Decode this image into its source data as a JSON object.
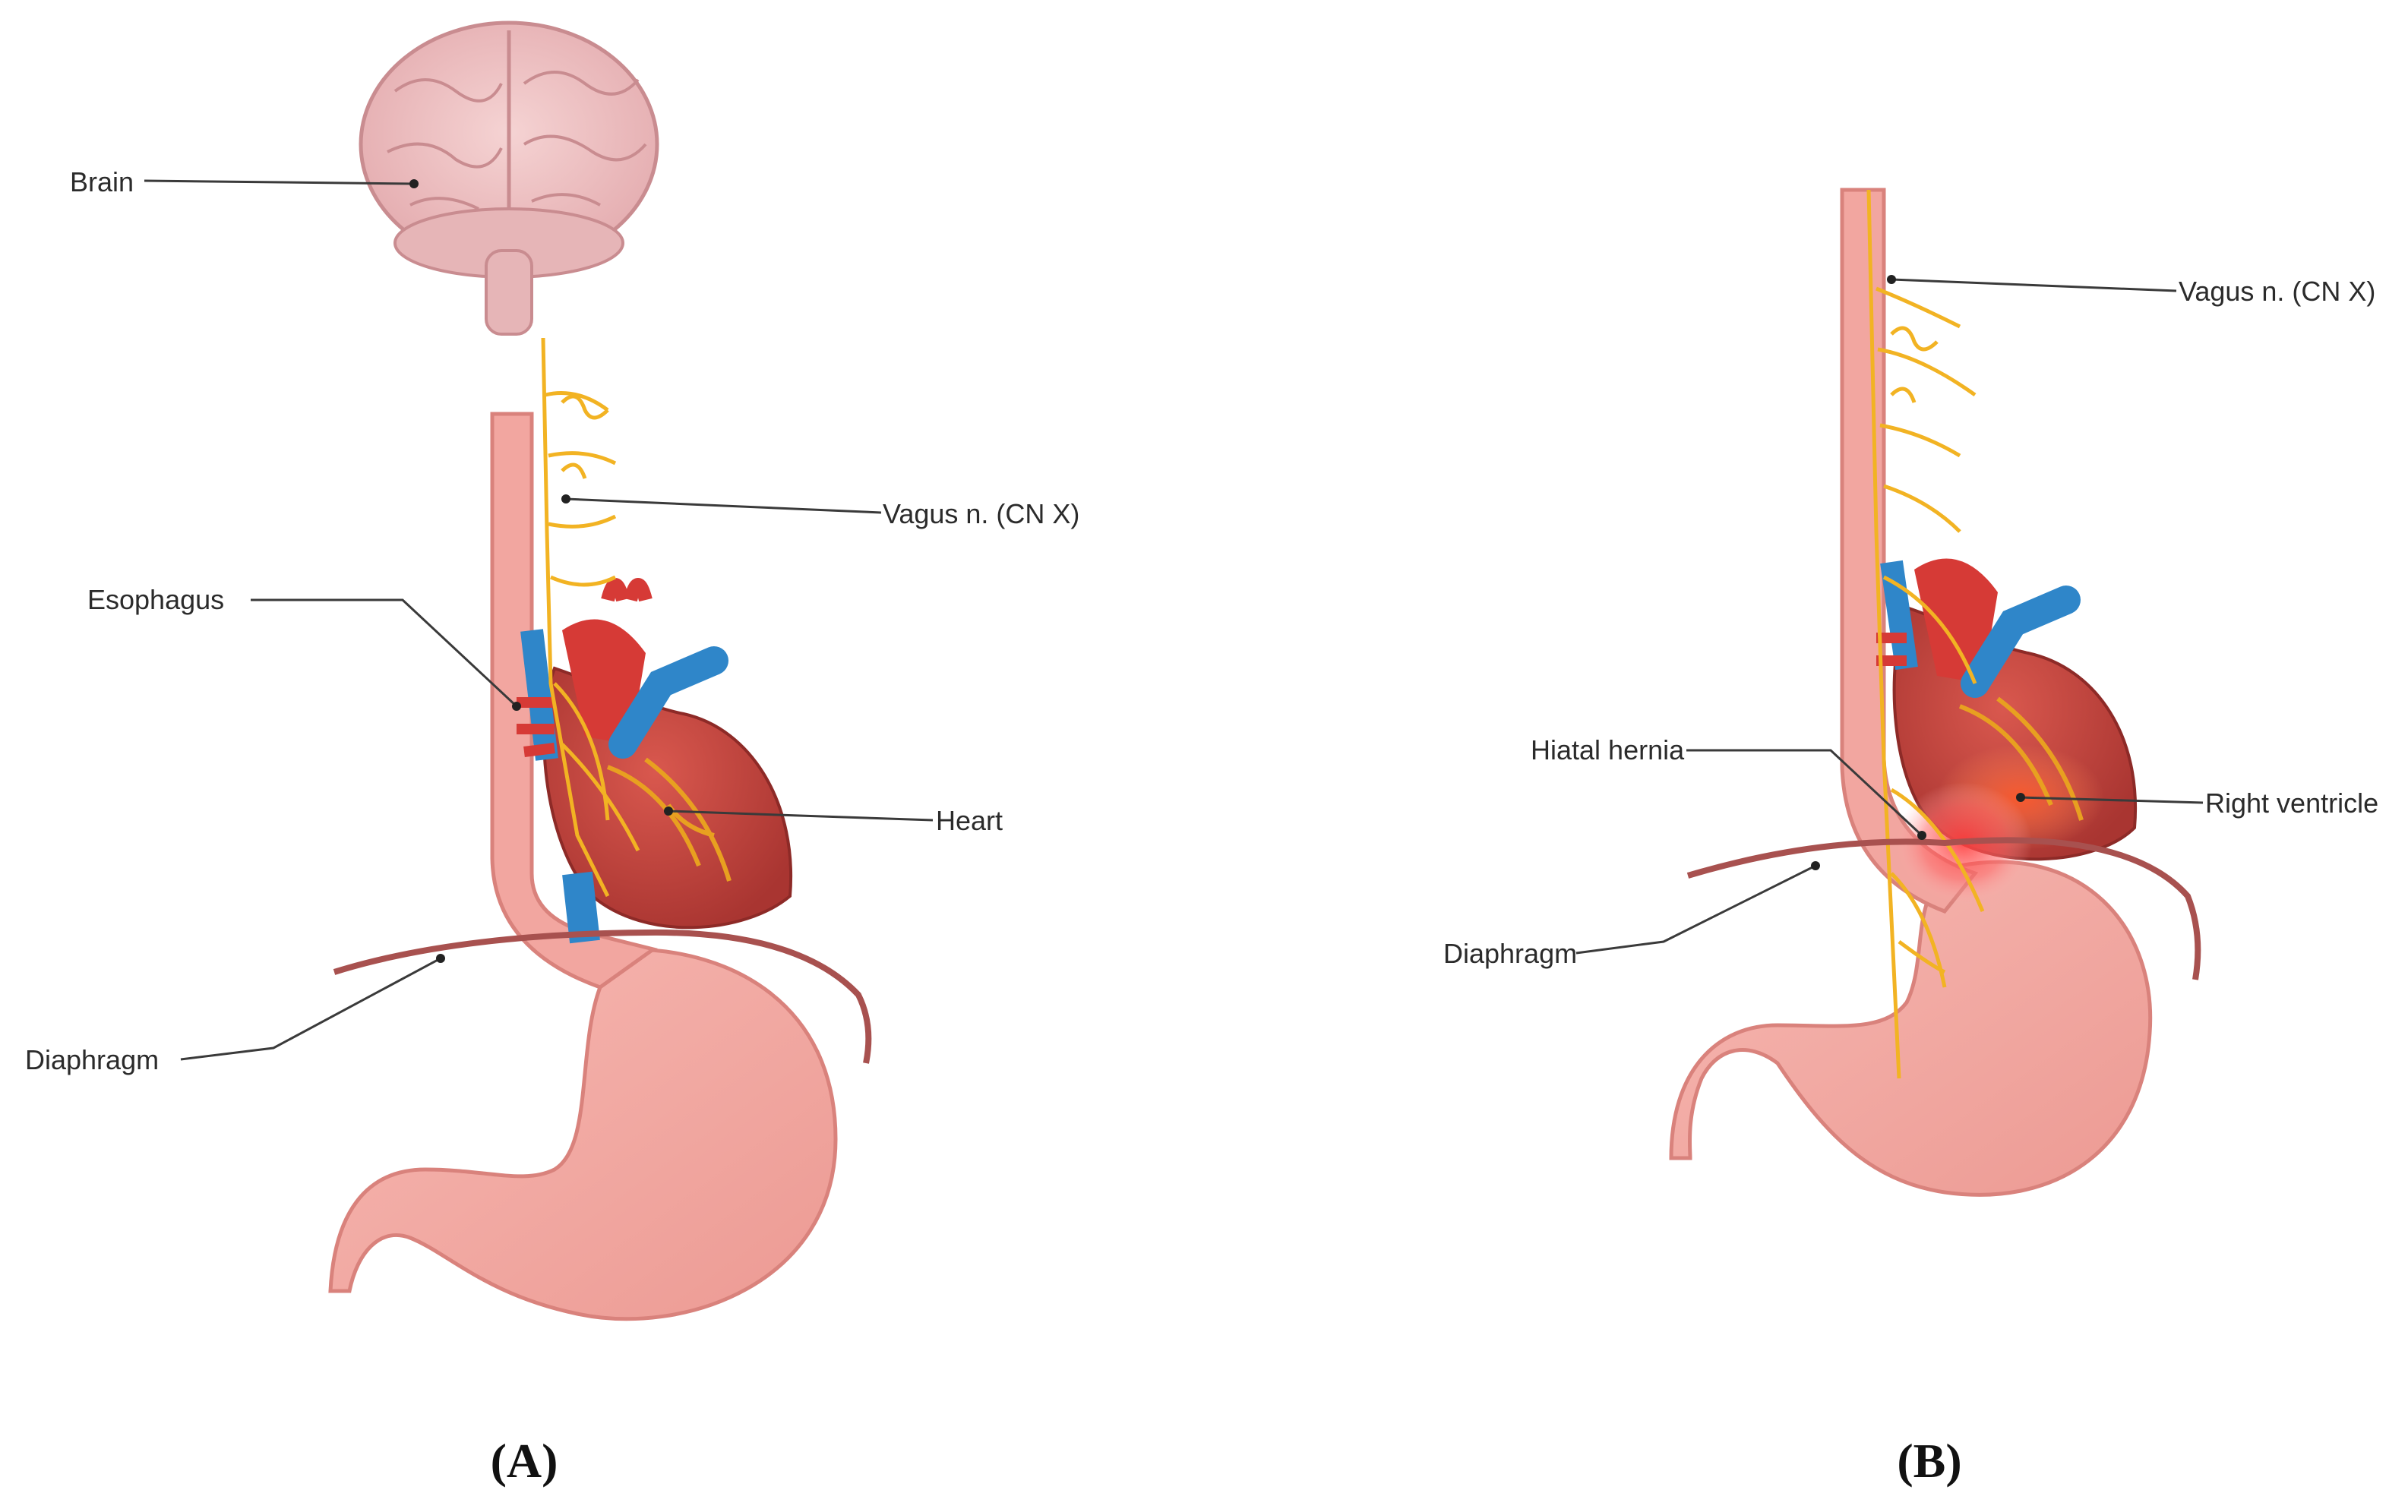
{
  "panels": [
    {
      "caption": "(A)",
      "labels": {
        "brain": "Brain",
        "vagus": "Vagus n. (CN X)",
        "esophagus": "Esophagus",
        "heart": "Heart",
        "diaphragm": "Diaphragm"
      }
    },
    {
      "caption": "(B)",
      "labels": {
        "vagus": "Vagus n. (CN X)",
        "hiatal_hernia": "Hiatal hernia",
        "right_ventricle": "Right ventricle",
        "diaphragm": "Diaphragm"
      }
    }
  ],
  "icons": [
    "brain-icon",
    "heart-icon",
    "stomach-icon",
    "esophagus-icon",
    "diaphragm-icon",
    "vagus-nerve-icon",
    "hernia-icon"
  ],
  "colors": {
    "tissue_pink": "#f2a6a0",
    "tissue_edge": "#d9827c",
    "nerve_yellow": "#f2b323",
    "artery_red": "#d63a36",
    "vein_blue": "#2f86c9",
    "heart_body": "#c9463f",
    "diaphragm": "#a8514f",
    "hernia_glow": "#ff4a4a"
  }
}
